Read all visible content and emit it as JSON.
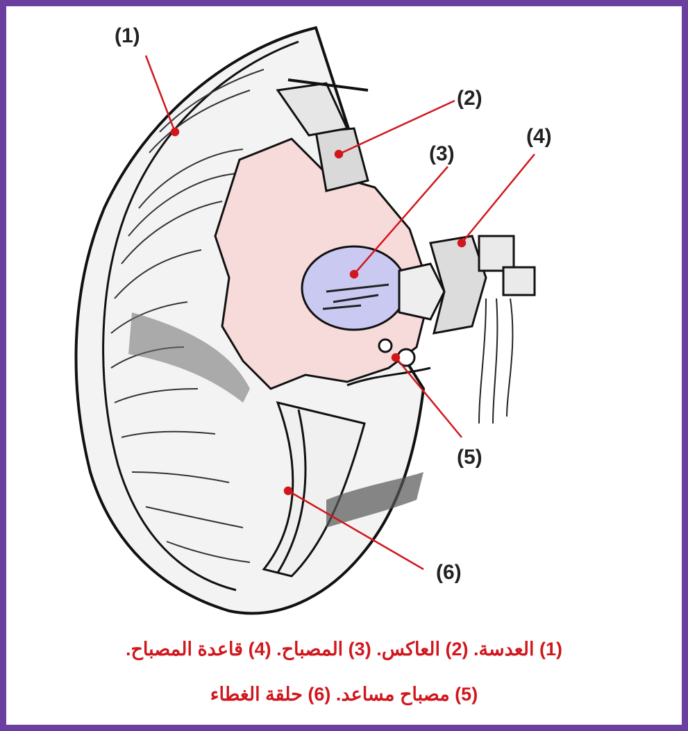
{
  "frame_color": "#6a3fa0",
  "label_color": "#d1161c",
  "callouts": {
    "c1": "(1)",
    "c2": "(2)",
    "c3": "(3)",
    "c4": "(4)",
    "c5": "(5)",
    "c6": "(6)"
  },
  "caption": {
    "line1": "(1) العدسة.  (2) العاكس.  (3) المصباح.  (4) قاعدة المصباح.",
    "line2": "(5) مصباح مساعد.  (6) حلقة الغطاء"
  }
}
